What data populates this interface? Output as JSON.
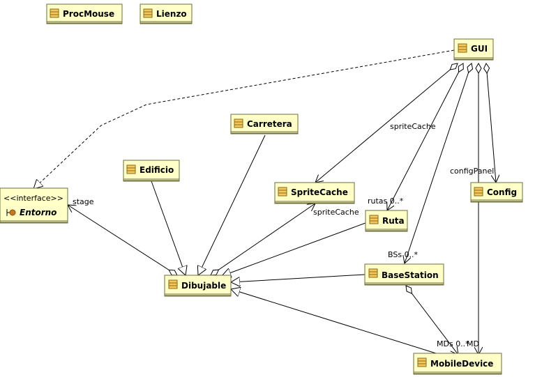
{
  "colors": {
    "class_fill": "#ffffc8",
    "class_stroke": "#6e6e3c",
    "icon_fill": "#f5c85a",
    "icon_stroke": "#8a6a1a",
    "line": "#000000",
    "interface_icon": "#c8781e"
  },
  "classes": {
    "procmouse": "ProcMouse",
    "lienzo": "Lienzo",
    "gui": "GUI",
    "carretera": "Carretera",
    "edificio": "Edificio",
    "entorno_stereotype": "<<interface>>",
    "entorno": "Entorno",
    "spritecache": "SpriteCache",
    "config": "Config",
    "ruta": "Ruta",
    "dibujable": "Dibujable",
    "basestation": "BaseStation",
    "mobiledevice": "MobileDevice"
  },
  "labels": {
    "gui_spritecache": "spriteCache",
    "gui_config": "configPanel",
    "gui_ruta": "rutas 0..*",
    "gui_basestation": "BSs 0..*",
    "dibujable_entorno": "stage",
    "dibujable_spritecache": "spriteCache",
    "basestation_mobiledevice": "MDs 0..*",
    "gui_mobiledevice": "MD"
  }
}
